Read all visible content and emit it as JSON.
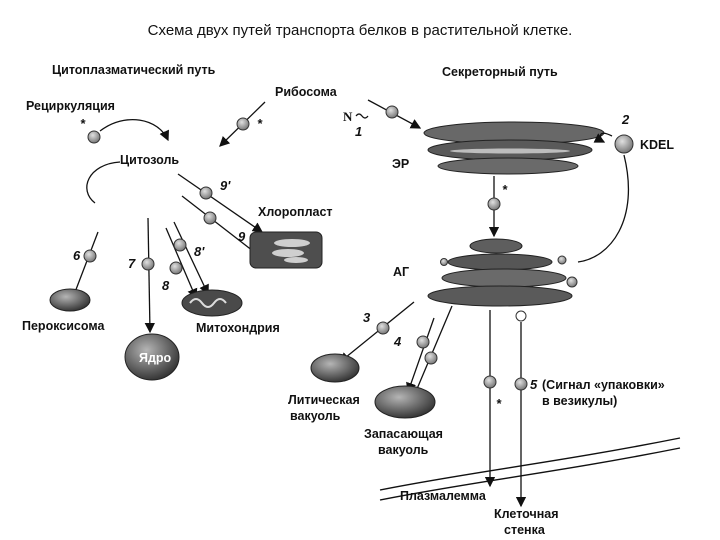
{
  "title": "Схема двух путей транспорта белков в растительной клетке.",
  "headers": {
    "cyto": "Цитоплазматический путь",
    "secr": "Секреторный путь"
  },
  "labels": {
    "ribosome": "Рибосома",
    "recycling": "Рециркуляция",
    "cytosol": "Цитозоль",
    "chloroplast": "Хлоропласт",
    "peroxisome": "Пероксисома",
    "nucleus": "Ядро",
    "mitochondria": "Митохондрия",
    "er": "ЭР",
    "kdel": "KDEL",
    "golgi": "АГ",
    "lytic1": "Литическая",
    "lytic2": "вакуоль",
    "storage1": "Запасающая",
    "storage2": "вакуоль",
    "signal1": "(Сигнал «упаковки»",
    "signal2": "в везикулы)",
    "plasmalemma": "Плазмалемма",
    "wall1": "Клеточная",
    "wall2": "стенка",
    "n_terminus": "N"
  },
  "markers": {
    "m1": "1",
    "m2": "2",
    "m3": "3",
    "m4": "4",
    "m5": "5",
    "m6": "6",
    "m7": "7",
    "m8": "8",
    "m8p": "8'",
    "m9": "9",
    "m9p": "9'",
    "star": "*"
  },
  "colors": {
    "ink": "#111111",
    "membrane": "#6b6b6b",
    "organelle": "#555555",
    "vesicle": "#9a9a9a"
  }
}
